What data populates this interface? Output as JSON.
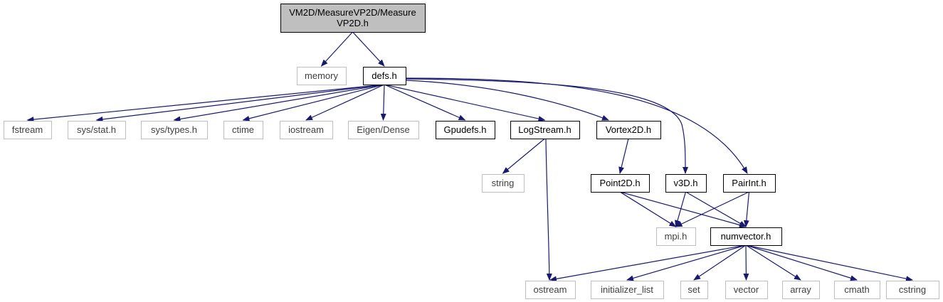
{
  "title": "VM2D/MeasureVP2D/MeasureVP2D.h",
  "colors": {
    "edge": "#191970",
    "root_fill": "#bfbfbf",
    "documented_border": "#000000",
    "external_border": "#bfbfbf",
    "documented_text": "#000000",
    "external_text": "#404040"
  },
  "nodes": [
    {
      "id": "root",
      "lines": [
        "VM2D/MeasureVP2D/Measure",
        "VP2D.h"
      ],
      "kind": "root"
    },
    {
      "id": "memory",
      "lines": [
        "memory"
      ],
      "kind": "external"
    },
    {
      "id": "defs",
      "lines": [
        "defs.h"
      ],
      "kind": "documented"
    },
    {
      "id": "fstream",
      "lines": [
        "fstream"
      ],
      "kind": "external"
    },
    {
      "id": "sysstat",
      "lines": [
        "sys/stat.h"
      ],
      "kind": "external"
    },
    {
      "id": "systypes",
      "lines": [
        "sys/types.h"
      ],
      "kind": "external"
    },
    {
      "id": "ctime",
      "lines": [
        "ctime"
      ],
      "kind": "external"
    },
    {
      "id": "iostream",
      "lines": [
        "iostream"
      ],
      "kind": "external"
    },
    {
      "id": "eigen",
      "lines": [
        "Eigen/Dense"
      ],
      "kind": "external"
    },
    {
      "id": "gpudefs",
      "lines": [
        "Gpudefs.h"
      ],
      "kind": "documented"
    },
    {
      "id": "logstream",
      "lines": [
        "LogStream.h"
      ],
      "kind": "documented"
    },
    {
      "id": "vortex2d",
      "lines": [
        "Vortex2D.h"
      ],
      "kind": "documented"
    },
    {
      "id": "string",
      "lines": [
        "string"
      ],
      "kind": "external"
    },
    {
      "id": "point2d",
      "lines": [
        "Point2D.h"
      ],
      "kind": "documented"
    },
    {
      "id": "v3d",
      "lines": [
        "v3D.h"
      ],
      "kind": "documented"
    },
    {
      "id": "pairint",
      "lines": [
        "PairInt.h"
      ],
      "kind": "documented"
    },
    {
      "id": "mpi",
      "lines": [
        "mpi.h"
      ],
      "kind": "external"
    },
    {
      "id": "numvector",
      "lines": [
        "numvector.h"
      ],
      "kind": "documented"
    },
    {
      "id": "ostream",
      "lines": [
        "ostream"
      ],
      "kind": "external"
    },
    {
      "id": "initlist",
      "lines": [
        "initializer_list"
      ],
      "kind": "external"
    },
    {
      "id": "set",
      "lines": [
        "set"
      ],
      "kind": "external"
    },
    {
      "id": "vector",
      "lines": [
        "vector"
      ],
      "kind": "external"
    },
    {
      "id": "array",
      "lines": [
        "array"
      ],
      "kind": "external"
    },
    {
      "id": "cmath",
      "lines": [
        "cmath"
      ],
      "kind": "external"
    },
    {
      "id": "cstring",
      "lines": [
        "cstring"
      ],
      "kind": "external"
    }
  ],
  "edges": [
    [
      "root",
      "memory"
    ],
    [
      "root",
      "defs"
    ],
    [
      "defs",
      "fstream"
    ],
    [
      "defs",
      "sysstat"
    ],
    [
      "defs",
      "systypes"
    ],
    [
      "defs",
      "ctime"
    ],
    [
      "defs",
      "iostream"
    ],
    [
      "defs",
      "eigen"
    ],
    [
      "defs",
      "gpudefs"
    ],
    [
      "defs",
      "logstream"
    ],
    [
      "defs",
      "vortex2d"
    ],
    [
      "defs",
      "v3d"
    ],
    [
      "defs",
      "pairint"
    ],
    [
      "logstream",
      "string"
    ],
    [
      "logstream",
      "ostream"
    ],
    [
      "vortex2d",
      "point2d"
    ],
    [
      "point2d",
      "mpi"
    ],
    [
      "point2d",
      "numvector"
    ],
    [
      "v3d",
      "mpi"
    ],
    [
      "v3d",
      "numvector"
    ],
    [
      "pairint",
      "mpi"
    ],
    [
      "pairint",
      "numvector"
    ],
    [
      "numvector",
      "ostream"
    ],
    [
      "numvector",
      "initlist"
    ],
    [
      "numvector",
      "set"
    ],
    [
      "numvector",
      "vector"
    ],
    [
      "numvector",
      "array"
    ],
    [
      "numvector",
      "cmath"
    ],
    [
      "numvector",
      "cstring"
    ]
  ]
}
